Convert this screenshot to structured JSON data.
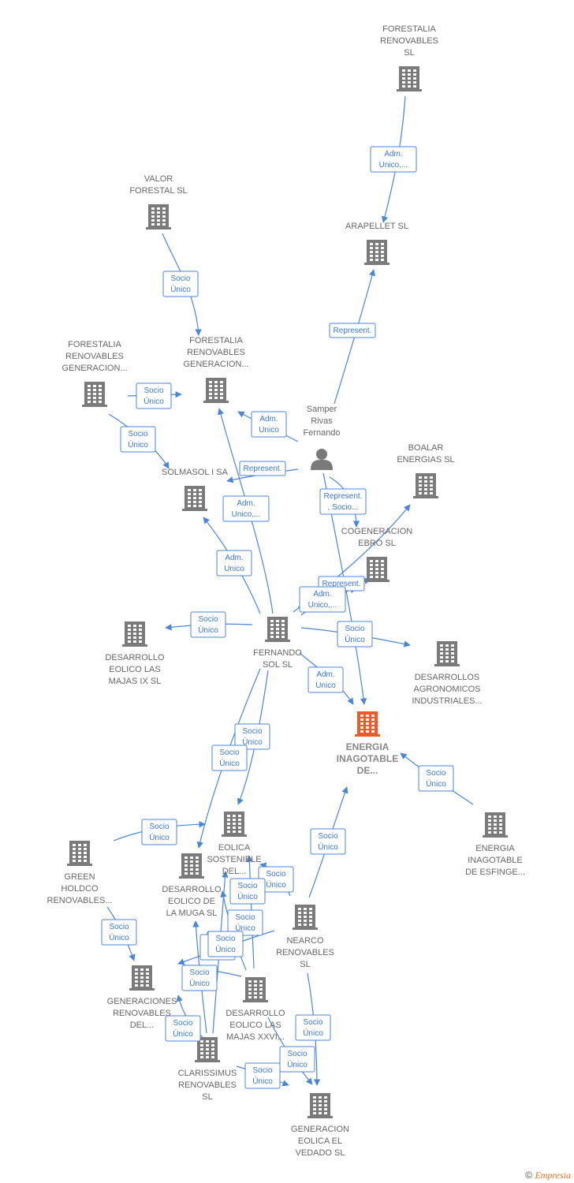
{
  "colors": {
    "company": "#7a7a7a",
    "focus": "#f05a2a",
    "person": "#7a7a7a",
    "edge": "#4a86d8"
  },
  "nodes": [
    {
      "id": "forestalia_sl",
      "type": "company",
      "lines": [
        "FORESTALIA",
        "RENOVABLES",
        "SL"
      ]
    },
    {
      "id": "arapellet",
      "type": "company",
      "lines": [
        "ARAPELLET  SL"
      ]
    },
    {
      "id": "valor",
      "type": "company",
      "lines": [
        "VALOR",
        "FORESTAL SL"
      ]
    },
    {
      "id": "forestalia_gen1",
      "type": "company",
      "lines": [
        "FORESTALIA",
        "RENOVABLES",
        "GENERACION..."
      ]
    },
    {
      "id": "forestalia_gen2",
      "type": "company",
      "lines": [
        "FORESTALIA",
        "RENOVABLES",
        "GENERACION..."
      ]
    },
    {
      "id": "samper",
      "type": "person",
      "lines": [
        "Samper",
        "Rivas",
        "Fernando"
      ]
    },
    {
      "id": "solmasol",
      "type": "company",
      "lines": [
        "SOLMASOL I SA"
      ]
    },
    {
      "id": "boalar",
      "type": "company",
      "lines": [
        "BOALAR",
        "ENERGIAS  SL"
      ]
    },
    {
      "id": "cogeneracion",
      "type": "company",
      "lines": [
        "COGENERACION",
        "EBRO  SL"
      ]
    },
    {
      "id": "fernando_sol",
      "type": "company",
      "lines": [
        "FERNANDO",
        "SOL SL"
      ]
    },
    {
      "id": "majas_ix",
      "type": "company",
      "lines": [
        "DESARROLLO",
        "EOLICO LAS",
        "MAJAS IX  SL"
      ]
    },
    {
      "id": "agronomicos",
      "type": "company",
      "lines": [
        "DESARROLLOS",
        "AGRONOMICOS",
        "INDUSTRIALES..."
      ]
    },
    {
      "id": "energia_inagotable",
      "type": "focus",
      "lines": [
        "ENERGIA",
        "INAGOTABLE",
        "DE..."
      ]
    },
    {
      "id": "esfinge",
      "type": "company",
      "lines": [
        "ENERGIA",
        "INAGOTABLE",
        "DE ESFINGE..."
      ]
    },
    {
      "id": "green_holdco",
      "type": "company",
      "lines": [
        "GREEN",
        "HOLDCO",
        "RENOVABLES..."
      ]
    },
    {
      "id": "eolica_sostenible",
      "type": "company",
      "lines": [
        "EOLICA",
        "SOSTENIBLE",
        "DEL..."
      ]
    },
    {
      "id": "muga",
      "type": "company",
      "lines": [
        "DESARROLLO",
        "EOLICO DE",
        "LA MUGA SL"
      ]
    },
    {
      "id": "nearco",
      "type": "company",
      "lines": [
        "NEARCO",
        "RENOVABLES",
        "SL"
      ]
    },
    {
      "id": "generaciones",
      "type": "company",
      "lines": [
        "GENERACIONES",
        "RENOVABLES",
        "DEL..."
      ]
    },
    {
      "id": "majas_xxvi",
      "type": "company",
      "lines": [
        "DESARROLLO",
        "EOLICO LAS",
        "MAJAS XXVI..."
      ]
    },
    {
      "id": "clarissimus",
      "type": "company",
      "lines": [
        "CLARISSIMUS",
        "RENOVABLES",
        "SL"
      ]
    },
    {
      "id": "vedado",
      "type": "company",
      "lines": [
        "GENERACION",
        "EOLICA EL",
        "VEDADO SL"
      ]
    }
  ],
  "edges": [
    {
      "from": "forestalia_sl",
      "to": "arapellet",
      "label": [
        "Adm.",
        "Unico,..."
      ]
    },
    {
      "from": "valor",
      "to": "forestalia_gen2",
      "label": [
        "Socio",
        "Único"
      ]
    },
    {
      "from": "samper",
      "to": "arapellet",
      "label": [
        "Represent."
      ]
    },
    {
      "from": "forestalia_gen1",
      "to": "forestalia_gen2",
      "label": [
        "Socio",
        "Único"
      ]
    },
    {
      "from": "forestalia_gen1",
      "to": "solmasol",
      "label": [
        "Socio",
        "Único"
      ]
    },
    {
      "from": "samper",
      "to": "forestalia_gen2",
      "label": [
        "Adm.",
        "Unico"
      ]
    },
    {
      "from": "samper",
      "to": "solmasol",
      "label": [
        "Represent."
      ]
    },
    {
      "from": "fernando_sol",
      "to": "forestalia_gen2",
      "label": [
        "Adm.",
        "Unico,..."
      ]
    },
    {
      "from": "samper",
      "to": "cogeneracion",
      "label": [
        "Represent.",
        ", Socio..."
      ]
    },
    {
      "from": "fernando_sol",
      "to": "solmasol",
      "label": [
        "Adm.",
        "Unico"
      ]
    },
    {
      "from": "fernando_sol",
      "to": "boalar",
      "label": [
        "Socio",
        "Único"
      ]
    },
    {
      "from": "fernando_sol",
      "to": "cogeneracion",
      "label": [
        "Represent."
      ]
    },
    {
      "from": "fernando_sol",
      "to": "cogeneracion",
      "label": [
        "Adm.",
        "Unico,..."
      ]
    },
    {
      "from": "fernando_sol",
      "to": "majas_ix",
      "label": [
        "Socio",
        "Único"
      ]
    },
    {
      "from": "fernando_sol",
      "to": "agronomicos",
      "label": [
        "Socio",
        "Único"
      ]
    },
    {
      "from": "fernando_sol",
      "to": "energia_inagotable",
      "label": [
        "Adm.",
        "Unico"
      ]
    },
    {
      "from": "samper",
      "to": "energia_inagotable",
      "label": []
    },
    {
      "from": "esfinge",
      "to": "energia_inagotable",
      "label": [
        "Socio",
        "Único"
      ]
    },
    {
      "from": "fernando_sol",
      "to": "eolica_sostenible",
      "label": [
        "Socio",
        "Único"
      ]
    },
    {
      "from": "fernando_sol",
      "to": "muga",
      "label": [
        "Socio",
        "Único"
      ]
    },
    {
      "from": "green_holdco",
      "to": "eolica_sostenible",
      "label": [
        "Socio",
        "Único"
      ]
    },
    {
      "from": "nearco",
      "to": "energia_inagotable",
      "label": [
        "Socio",
        "Único"
      ]
    },
    {
      "from": "green_holdco",
      "to": "generaciones",
      "label": [
        "Socio",
        "Único"
      ]
    },
    {
      "from": "nearco",
      "to": "eolica_sostenible",
      "label": [
        "Socio",
        "Único"
      ]
    },
    {
      "from": "majas_xxvi",
      "to": "eolica_sostenible",
      "label": [
        "Socio",
        "Único"
      ]
    },
    {
      "from": "majas_xxvi",
      "to": "muga",
      "label": [
        "Socio",
        "Único"
      ]
    },
    {
      "from": "nearco",
      "to": "generaciones",
      "label": [
        "Socio",
        "Único"
      ]
    },
    {
      "from": "majas_xxvi",
      "to": "generaciones",
      "label": [
        "Socio",
        "Único"
      ]
    },
    {
      "from": "clarissimus",
      "to": "muga",
      "label": [
        "Socio",
        "Único"
      ]
    },
    {
      "from": "clarissimus",
      "to": "generaciones",
      "label": [
        "Socio",
        "Único"
      ]
    },
    {
      "from": "clarissimus",
      "to": "eolica_sostenible",
      "label": [
        "Socio",
        "Único"
      ]
    },
    {
      "from": "nearco",
      "to": "vedado",
      "label": [
        "Socio",
        "Único"
      ]
    },
    {
      "from": "clarissimus",
      "to": "vedado",
      "label": [
        "Socio",
        "Único"
      ]
    },
    {
      "from": "majas_xxvi",
      "to": "vedado",
      "label": [
        "Socio",
        "Único"
      ]
    }
  ],
  "footer": {
    "copyright": "©",
    "brand": "Empresia"
  }
}
